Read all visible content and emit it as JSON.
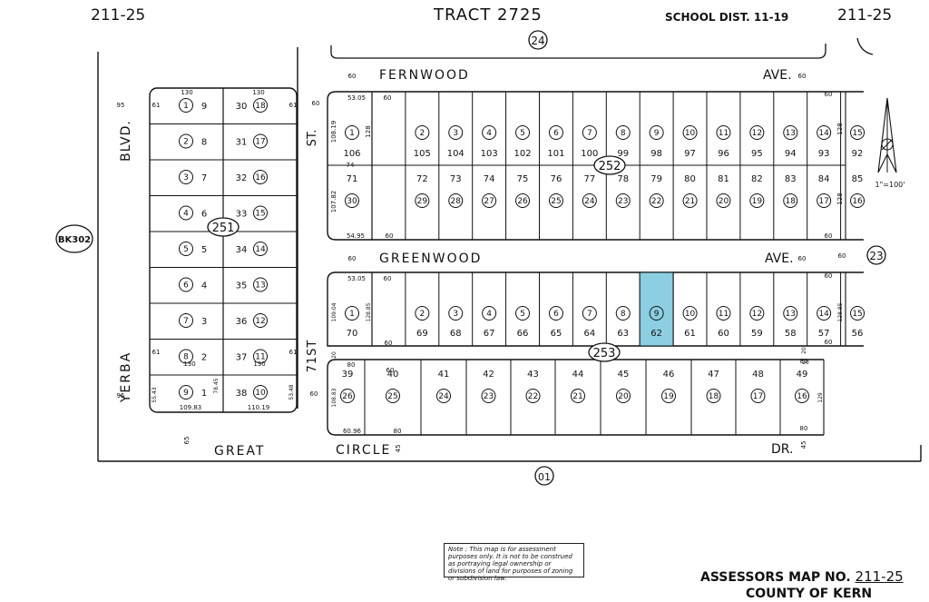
{
  "header": {
    "left_code": "211-25",
    "right_code": "211-25",
    "title": "TRACT 2725",
    "school_dist": "SCHOOL DIST. 11-19"
  },
  "footer": {
    "map_no_label": "ASSESSORS MAP NO.",
    "map_no": "211-25",
    "county": "COUNTY OF KERN",
    "note": "Note : This map is for assessment purposes only. It is not to be construed as portraying legal ownership or divisions of land for purposes of zoning or subdivision law."
  },
  "refs": {
    "bk": "BK302",
    "top": "24",
    "right": "23",
    "bottom": "01"
  },
  "streets": {
    "fernwood_a": "FERNWOOD",
    "fernwood_b": "AVE.",
    "greenwood_a": "GREENWOOD",
    "greenwood_b": "AVE.",
    "great": "GREAT",
    "circle": "CIRCLE",
    "dr": "DR.",
    "yerba": "YERBA",
    "blvd": "BLVD.",
    "st71": "71ST",
    "st": "ST."
  },
  "blocks": {
    "b251": "251",
    "b252": "252",
    "b253": "253"
  },
  "scale": "1\"=100'",
  "highlight_color": "#8ccfe2",
  "left_block": {
    "left_lots": [
      "1",
      "2",
      "3",
      "4",
      "5",
      "6",
      "7",
      "8",
      "9"
    ],
    "left_nums": [
      "9",
      "8",
      "7",
      "6",
      "5",
      "4",
      "3",
      "2",
      "1"
    ],
    "right_nums": [
      "30",
      "31",
      "32",
      "33",
      "34",
      "35",
      "36",
      "37",
      "38"
    ],
    "right_lots": [
      "18",
      "17",
      "16",
      "15",
      "14",
      "13",
      "12",
      "11",
      "10"
    ],
    "dims": {
      "top_l": "130",
      "top_r": "130",
      "mid_l": "130",
      "mid_r": "130",
      "bot_l": "109.83",
      "bot_r": "110.19",
      "side_l": "61",
      "side_r": "61",
      "side_l2": "61",
      "side_r2": "61",
      "d1": "55.43",
      "d2": "78.45",
      "d3": "53.48",
      "road_l": "95",
      "road_l2": "95"
    }
  },
  "block252": {
    "top_lots": [
      "1",
      "2",
      "3",
      "4",
      "5",
      "6",
      "7",
      "8",
      "9",
      "10",
      "11",
      "12",
      "13",
      "14",
      "15"
    ],
    "top_nums": [
      "106",
      "105",
      "104",
      "103",
      "102",
      "101",
      "100",
      "99",
      "98",
      "97",
      "96",
      "95",
      "94",
      "93",
      "92"
    ],
    "bot_nums": [
      "71",
      "72",
      "73",
      "74",
      "75",
      "76",
      "77",
      "78",
      "79",
      "80",
      "81",
      "82",
      "83",
      "84",
      "85"
    ],
    "bot_lots": [
      "30",
      "29",
      "28",
      "27",
      "26",
      "25",
      "24",
      "23",
      "22",
      "21",
      "20",
      "19",
      "18",
      "17",
      "16"
    ],
    "dims": {
      "a": "53.05",
      "b": "60",
      "c": "108.19",
      "d": "128",
      "e": "74",
      "f": "107.82",
      "g": "54.95",
      "h": "60",
      "i": "60",
      "j": "128",
      "k": "60"
    }
  },
  "block253a": {
    "lots": [
      "1",
      "2",
      "3",
      "4",
      "5",
      "6",
      "7",
      "8",
      "9",
      "10",
      "11",
      "12",
      "13",
      "14",
      "15"
    ],
    "nums": [
      "70",
      "69",
      "68",
      "67",
      "66",
      "65",
      "64",
      "63",
      "62",
      "61",
      "60",
      "59",
      "58",
      "57",
      "56"
    ],
    "highlight_index": 8,
    "dims": {
      "a": "53.05",
      "b": "60",
      "c": "109.04",
      "d": "128.85",
      "e": "60",
      "f": "60",
      "g": "128.85"
    }
  },
  "block253b": {
    "nums": [
      "39",
      "40",
      "41",
      "42",
      "43",
      "44",
      "45",
      "46",
      "47",
      "48",
      "49"
    ],
    "lots": [
      "26",
      "25",
      "24",
      "23",
      "22",
      "21",
      "20",
      "19",
      "18",
      "17",
      "16"
    ],
    "dims": {
      "a": "80",
      "b": "108.83",
      "c": "60.96",
      "d": "80",
      "e": "80",
      "f": "129",
      "g": "80",
      "h": "20",
      "i": "20",
      "j": "60",
      "k": "60",
      "l": "45",
      "m": "65",
      "n": "45"
    }
  },
  "misc": {
    "sixty_a": "60",
    "sixty_b": "60",
    "sixty_c": "60",
    "sixty_d": "60",
    "sixty_e": "60",
    "sixty_f": "60",
    "sixty_g": "60",
    "twenty": "20"
  }
}
